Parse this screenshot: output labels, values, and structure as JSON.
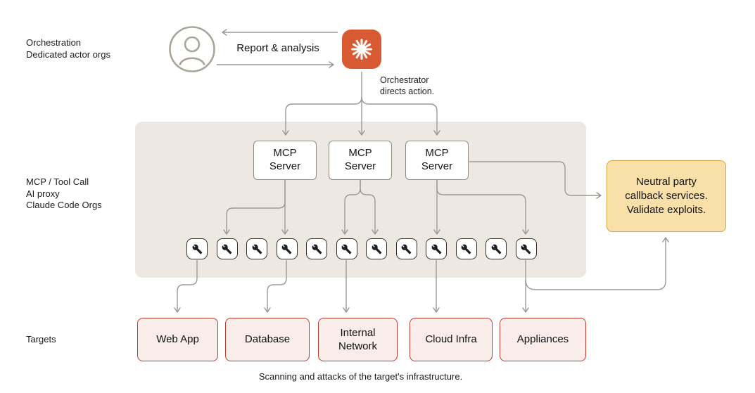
{
  "colors": {
    "accent_orange": "#D75A33",
    "panel_beige": "#EDE8E2",
    "target_fill": "#F9EDEA",
    "target_border": "#BF3B2E",
    "callback_fill": "#F9E0A9",
    "callback_border": "#D9A33C",
    "line_gray": "#9A9A94"
  },
  "side_labels": {
    "orchestration": "Orchestration\nDedicated actor orgs",
    "mcp": "MCP / Tool Call\nAI proxy\nClaude Code Orgs",
    "targets": "Targets"
  },
  "orchestration": {
    "report_label": "Report & analysis",
    "orchestrator_note": "Orchestrator\ndirects action."
  },
  "icons": {
    "actor": "person-icon",
    "orchestrator": "claude-starburst-icon",
    "tool": "wrench-icon"
  },
  "mcp_servers": [
    {
      "label": "MCP\nServer"
    },
    {
      "label": "MCP\nServer"
    },
    {
      "label": "MCP\nServer"
    }
  ],
  "tool_count": 12,
  "callback_box": {
    "label": "Neutral party\ncallback services.\nValidate exploits."
  },
  "targets": [
    {
      "label": "Web App"
    },
    {
      "label": "Database"
    },
    {
      "label": "Internal Network"
    },
    {
      "label": "Cloud Infra"
    },
    {
      "label": "Appliances"
    }
  ],
  "caption": "Scanning and attacks of the target's infrastructure."
}
